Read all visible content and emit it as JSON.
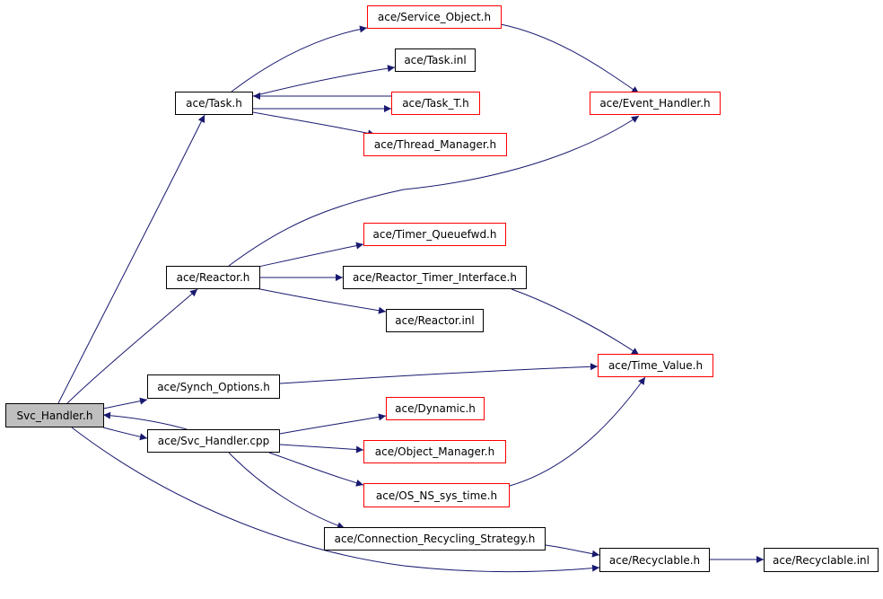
{
  "colors": {
    "edge": "#191970",
    "box_border": "#000000",
    "box_border_incomplete": "#ff0000",
    "root_fill": "#bfbfbf"
  },
  "nodes": {
    "svc_handler_h": {
      "label": "Svc_Handler.h"
    },
    "task_h": {
      "label": "ace/Task.h"
    },
    "service_object_h": {
      "label": "ace/Service_Object.h"
    },
    "task_inl": {
      "label": "ace/Task.inl"
    },
    "task_t_h": {
      "label": "ace/Task_T.h"
    },
    "thread_manager_h": {
      "label": "ace/Thread_Manager.h"
    },
    "event_handler_h": {
      "label": "ace/Event_Handler.h"
    },
    "reactor_h": {
      "label": "ace/Reactor.h"
    },
    "timer_queuefwd_h": {
      "label": "ace/Timer_Queuefwd.h"
    },
    "reactor_timer_interface_h": {
      "label": "ace/Reactor_Timer_Interface.h"
    },
    "reactor_inl": {
      "label": "ace/Reactor.inl"
    },
    "synch_options_h": {
      "label": "ace/Synch_Options.h"
    },
    "time_value_h": {
      "label": "ace/Time_Value.h"
    },
    "svc_handler_cpp": {
      "label": "ace/Svc_Handler.cpp"
    },
    "dynamic_h": {
      "label": "ace/Dynamic.h"
    },
    "object_manager_h": {
      "label": "ace/Object_Manager.h"
    },
    "os_ns_sys_time_h": {
      "label": "ace/OS_NS_sys_time.h"
    },
    "connection_recycling_strategy_h": {
      "label": "ace/Connection_Recycling_Strategy.h"
    },
    "recyclable_h": {
      "label": "ace/Recyclable.h"
    },
    "recyclable_inl": {
      "label": "ace/Recyclable.inl"
    }
  },
  "edges": [
    [
      "svc_handler_h",
      "task_h"
    ],
    [
      "svc_handler_h",
      "reactor_h"
    ],
    [
      "svc_handler_h",
      "synch_options_h"
    ],
    [
      "svc_handler_h",
      "svc_handler_cpp"
    ],
    [
      "svc_handler_h",
      "recyclable_h"
    ],
    [
      "task_h",
      "service_object_h"
    ],
    [
      "task_h",
      "task_inl"
    ],
    [
      "task_h",
      "task_t_h"
    ],
    [
      "task_h",
      "thread_manager_h"
    ],
    [
      "task_t_h",
      "task_h"
    ],
    [
      "service_object_h",
      "event_handler_h"
    ],
    [
      "reactor_h",
      "event_handler_h"
    ],
    [
      "reactor_h",
      "timer_queuefwd_h"
    ],
    [
      "reactor_h",
      "reactor_timer_interface_h"
    ],
    [
      "reactor_h",
      "reactor_inl"
    ],
    [
      "reactor_timer_interface_h",
      "time_value_h"
    ],
    [
      "synch_options_h",
      "time_value_h"
    ],
    [
      "svc_handler_cpp",
      "svc_handler_h"
    ],
    [
      "svc_handler_cpp",
      "dynamic_h"
    ],
    [
      "svc_handler_cpp",
      "object_manager_h"
    ],
    [
      "svc_handler_cpp",
      "os_ns_sys_time_h"
    ],
    [
      "svc_handler_cpp",
      "connection_recycling_strategy_h"
    ],
    [
      "os_ns_sys_time_h",
      "time_value_h"
    ],
    [
      "connection_recycling_strategy_h",
      "recyclable_h"
    ],
    [
      "recyclable_h",
      "recyclable_inl"
    ]
  ]
}
